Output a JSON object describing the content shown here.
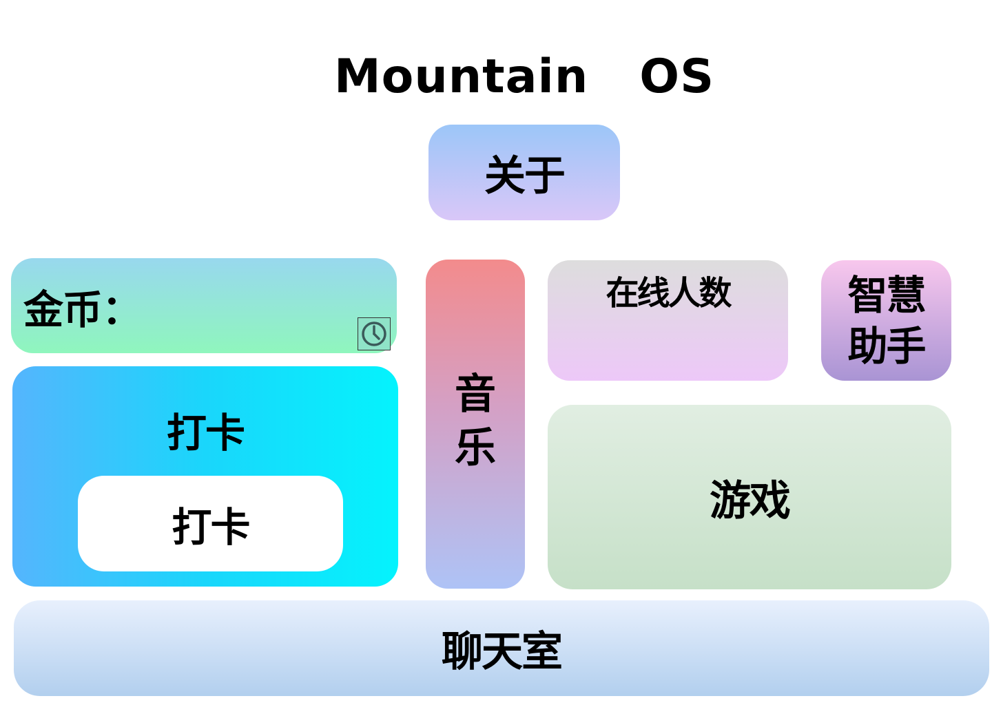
{
  "header": {
    "title": "Mountain   OS"
  },
  "tiles": {
    "about": {
      "label": "关于"
    },
    "coins": {
      "label": "金币："
    },
    "checkin_panel": {
      "label": "打卡"
    },
    "checkin_button": {
      "label": "打卡"
    },
    "music": {
      "label_line1": "音",
      "label_line2": "乐"
    },
    "online_users": {
      "label": "在线人数"
    },
    "assistant": {
      "label_line1": "智慧",
      "label_line2": "助手"
    },
    "games": {
      "label": "游戏"
    },
    "chatroom": {
      "label": "聊天室"
    }
  },
  "icons": {
    "clock": "clock-icon"
  },
  "colors": {
    "title_text": "#000000",
    "about_gradient": [
      "#9cc6f8",
      "#d9c7f8"
    ],
    "coins_gradient": [
      "#98d8ee",
      "#8ff6bd"
    ],
    "checkin_gradient": [
      "#55b5fd",
      "#04f3fd"
    ],
    "music_gradient": [
      "#f38b8c",
      "#aec3f6"
    ],
    "online_gradient": [
      "#dddddd",
      "#edc8f8"
    ],
    "assistant_gradient": [
      "#f8c7ed",
      "#a994d4"
    ],
    "games_gradient": [
      "#e1eee2",
      "#c6e0c8"
    ],
    "chat_gradient": [
      "#e8f0fd",
      "#b2cfee"
    ]
  }
}
